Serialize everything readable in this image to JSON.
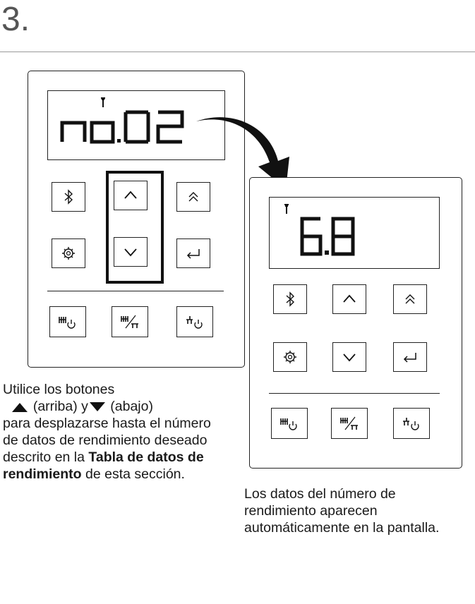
{
  "step_number": "3.",
  "panel_left": {
    "display_text": "no.02",
    "display_icon": "wrench-icon",
    "buttons": [
      {
        "name": "bluetooth-button",
        "icon": "bluetooth-icon"
      },
      {
        "name": "up-button",
        "icon": "chevron-up-icon"
      },
      {
        "name": "double-up-button",
        "icon": "double-chevron-up-icon"
      },
      {
        "name": "settings-button",
        "icon": "gear-icon"
      },
      {
        "name": "down-button",
        "icon": "chevron-down-icon"
      },
      {
        "name": "enter-button",
        "icon": "enter-icon"
      },
      {
        "name": "heating-power-button",
        "icon": "radiator-power-icon"
      },
      {
        "name": "heating-water-button",
        "icon": "radiator-tap-icon"
      },
      {
        "name": "water-power-button",
        "icon": "tap-power-icon"
      }
    ],
    "highlight": "up-down-buttons"
  },
  "panel_right": {
    "display_text": "6.8",
    "display_icon": "wrench-icon"
  },
  "caption_left": {
    "line1": "Utilice los botones",
    "up_label": "(arriba) y",
    "down_label": "(abajo)",
    "rest": "para desplazarse hasta el número de datos de rendimiento deseado descrito en la",
    "bold": "Tabla de datos de rendimiento",
    "tail": "de esta sección."
  },
  "caption_right": "Los datos del número de rendimiento aparecen automáticamente en la pantalla.",
  "colors": {
    "ink": "#1a1a1a",
    "rule": "#9a9a9a",
    "step": "#555555"
  }
}
